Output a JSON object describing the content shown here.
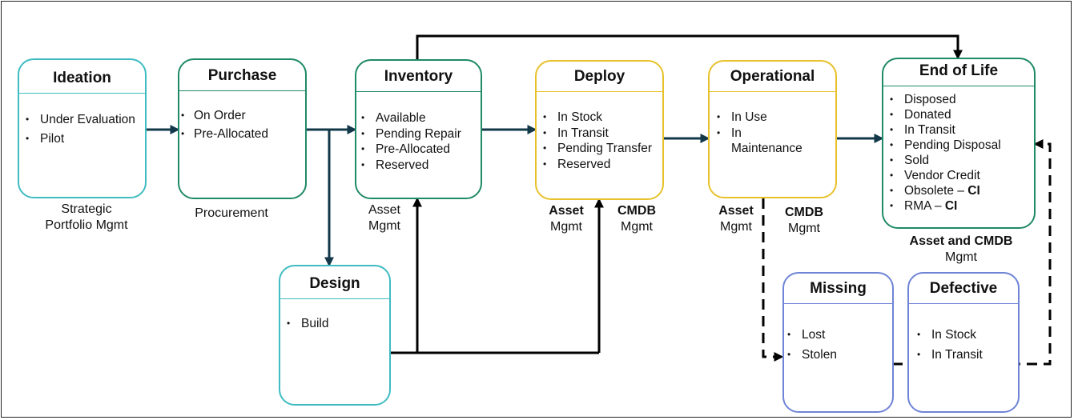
{
  "nodes": {
    "ideation": {
      "title": "Ideation",
      "items": [
        "Under Evaluation",
        "Pilot"
      ]
    },
    "purchase": {
      "title": "Purchase",
      "items": [
        "On Order",
        "Pre-Allocated"
      ]
    },
    "inventory": {
      "title": "Inventory",
      "items": [
        "Available",
        "Pending Repair",
        "Pre-Allocated",
        "Reserved"
      ]
    },
    "deploy": {
      "title": "Deploy",
      "items": [
        "In Stock",
        "In Transit",
        "Pending Transfer",
        "Reserved"
      ]
    },
    "operational": {
      "title": "Operational",
      "items": [
        "In Use",
        "In",
        "Maintenance"
      ]
    },
    "end_of_life": {
      "title": "End of Life",
      "items": [
        "Disposed",
        "Donated",
        "In Transit",
        "Pending Disposal",
        "Sold",
        "Vendor Credit"
      ],
      "ci_items": [
        {
          "text": "Obsolete – ",
          "ci": "CI"
        },
        {
          "text": "RMA – ",
          "ci": "CI"
        }
      ]
    },
    "design": {
      "title": "Design",
      "items": [
        "Build"
      ]
    },
    "missing": {
      "title": "Missing",
      "items": [
        "Lost",
        "Stolen"
      ]
    },
    "defective": {
      "title": "Defective",
      "items": [
        "In Stock",
        "In Transit"
      ]
    }
  },
  "labels": {
    "ideation": [
      "Strategic",
      "Portfolio Mgmt"
    ],
    "purchase": "Procurement",
    "inventory": [
      "Asset",
      "Mgmt"
    ],
    "deploy_asset": {
      "bold": "Asset",
      "plain": "Mgmt"
    },
    "deploy_cmdb": {
      "bold": "CMDB",
      "plain": "Mgmt"
    },
    "op_asset": {
      "bold": "Asset",
      "plain": "Mgmt"
    },
    "op_cmdb": {
      "bold": "CMDB",
      "plain": "Mgmt"
    },
    "eol": {
      "bold": "Asset and CMDB",
      "plain": "Mgmt"
    }
  },
  "colors": {
    "teal": "#3fbcc2",
    "green": "#1f8a66",
    "gold": "#e8c12a",
    "blue": "#6f84d6",
    "connector": "#12384a",
    "loop": "#000000"
  }
}
